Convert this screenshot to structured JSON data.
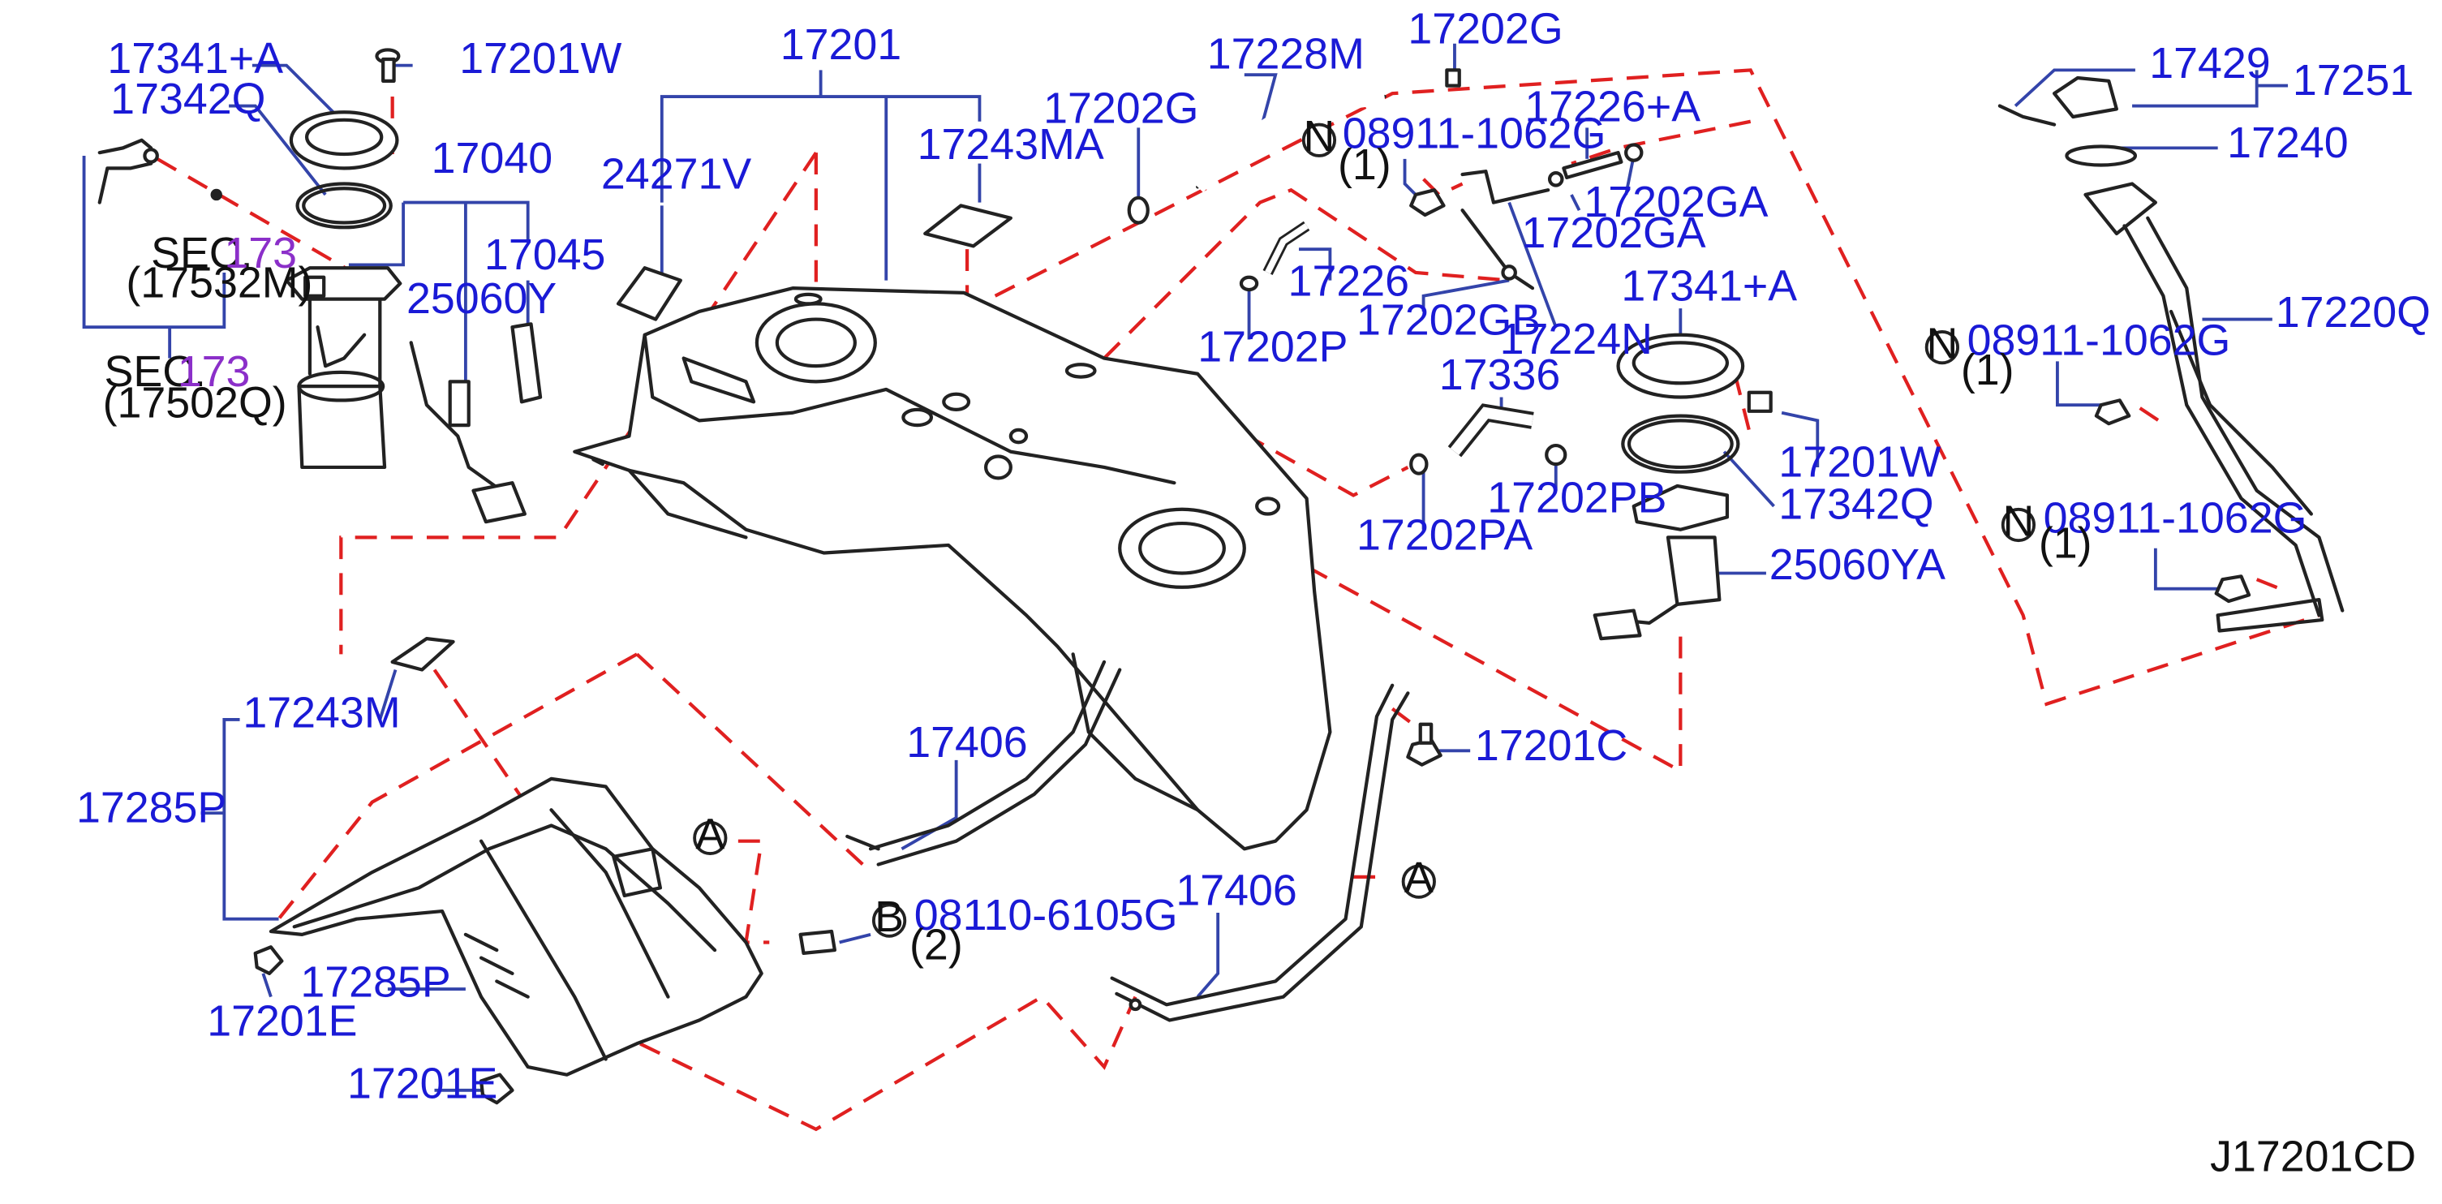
{
  "diagram_code": "J17201CD",
  "labels": {
    "p17201": "17201",
    "p17341A_left": "17341+A",
    "p17201W_top": "17201W",
    "p17342Q_left": "17342Q",
    "p17040": "17040",
    "p17045": "17045",
    "p25060Y": "25060Y",
    "p24271V": "24271V",
    "p17243MA": "17243MA",
    "p17228M": "17228M",
    "p17202G_top": "17202G",
    "p17202G_left": "17202G",
    "p08911_top": "08911-1062G",
    "q1_top": "(1)",
    "p17226A": "17226+A",
    "p17202GA_1": "17202GA",
    "p17202GA_2": "17202GA",
    "p17226": "17226",
    "p17202P": "17202P",
    "p17202GB": "17202GB",
    "p17224N": "17224N",
    "p17341A_right": "17341+A",
    "p17336": "17336",
    "p17201W_right": "17201W",
    "p17202PA": "17202PA",
    "p17202PB": "17202PB",
    "p17342Q_right": "17342Q",
    "p25060YA": "25060YA",
    "p17429": "17429",
    "p17251": "17251",
    "p17240": "17240",
    "p08911_mid": "08911-1062G",
    "q1_mid": "(1)",
    "p17220Q": "17220Q",
    "p08911_low": "08911-1062G",
    "q1_low": "(1)",
    "sec1": "SEC.",
    "sec1_num": "173",
    "sec1_ref": "(17532M)",
    "sec2": "SEC.",
    "sec2_num": "173",
    "sec2_ref": "(17502Q)",
    "p17243M": "17243M",
    "p17285P_left": "17285P",
    "p17285P_mid": "17285P",
    "p17201E_1": "17201E",
    "p17201E_2": "17201E",
    "p17406_1": "17406",
    "p17406_2": "17406",
    "p17201C": "17201C",
    "p08110": "08110-6105G",
    "q2": "(2)",
    "circle_A": "A",
    "circle_B": "B",
    "circle_N": "N"
  },
  "colors": {
    "part_number": "#1a1ad6",
    "leader": "#3344aa",
    "dashed_callout": "#e02020",
    "section_ref": "#8b2fc9"
  }
}
